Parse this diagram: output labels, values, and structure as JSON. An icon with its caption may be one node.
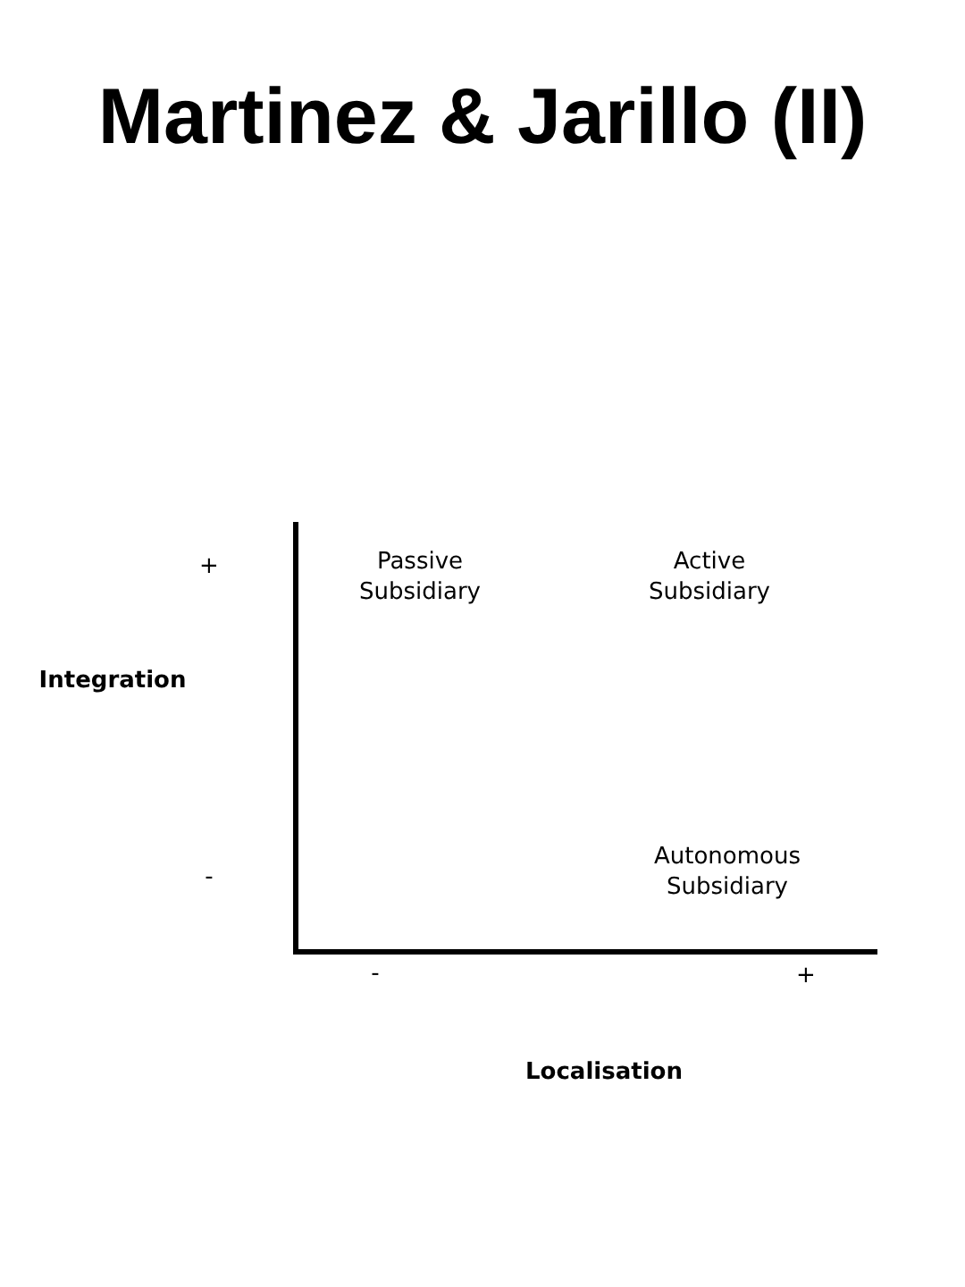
{
  "diagram": {
    "title": "Martinez & Jarillo (II)",
    "labels": [
      "+",
      "Passive Subsidiary",
      "Active Subsidiary",
      "Integration",
      "-",
      "Autonomous Subsidiary",
      "-",
      "+",
      "Localisation"
    ]
  }
}
